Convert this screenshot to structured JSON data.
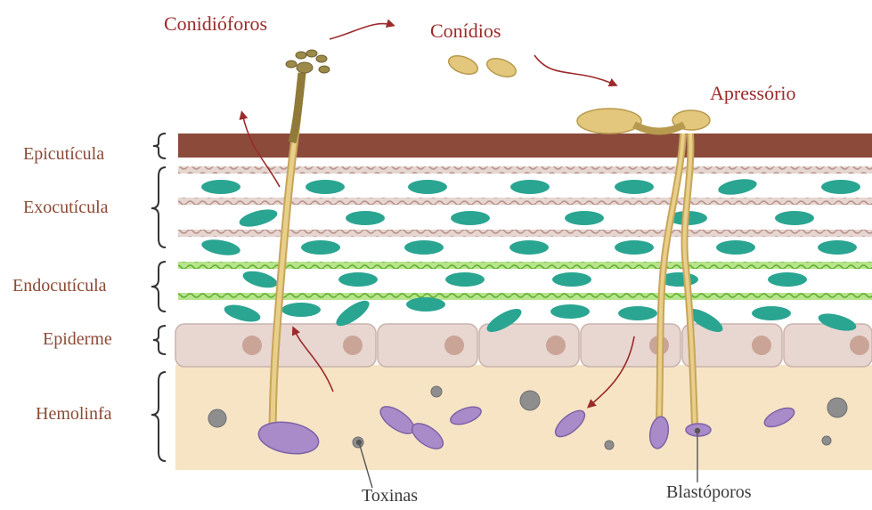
{
  "labels": {
    "conidioforos": "Conidióforos",
    "conidios": "Conídios",
    "apressorio": "Apressório",
    "toxinas": "Toxinas",
    "blastoporos": "Blastóporos"
  },
  "layers": [
    {
      "key": "epicuticula",
      "label": "Epicutícula"
    },
    {
      "key": "exocuticula",
      "label": "Exocutícula"
    },
    {
      "key": "endocuticula",
      "label": "Endocutícula"
    },
    {
      "key": "epiderme",
      "label": "Epiderme"
    },
    {
      "key": "hemolinfa",
      "label": "Hemolinfa"
    }
  ],
  "colors": {
    "label_red": "#9b2a2a",
    "label_brown": "#8a4a35",
    "epicuticle": "#8b4a3a",
    "fiber_brown": "#c9a9a0",
    "fiber_green": "#7ac943",
    "teal_cell": "#2aa591",
    "epidermis_cell": "#e8d6d0",
    "nucleus": "#c9a497",
    "hemolymph": "#f5e3c3",
    "hypha": "#e2c77d",
    "blastospore": "#a98bc9",
    "arrow": "#9b2a2a"
  }
}
